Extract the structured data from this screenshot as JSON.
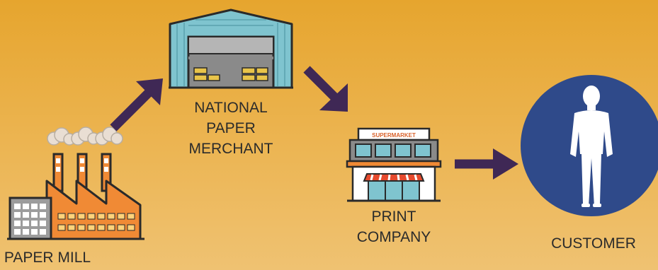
{
  "nodes": {
    "paper_mill": {
      "label": "PAPER MILL"
    },
    "national_paper_merchant": {
      "label_lines": [
        "NATIONAL",
        "PAPER",
        "MERCHANT"
      ]
    },
    "print_company": {
      "label_lines": [
        "PRINT",
        "COMPANY"
      ],
      "sign": "SUPERMARKET"
    },
    "customer": {
      "label": "CUSTOMER"
    }
  },
  "colors": {
    "background_top": "#e6a52e",
    "background_bottom": "#efc272",
    "arrow": "#3f2855",
    "customer_circle": "#2f4a8a",
    "label_text": "#2b2b2b"
  },
  "icons": {
    "paper_mill": "factory-icon",
    "national_paper_merchant": "warehouse-icon",
    "print_company": "shop-icon",
    "customer": "person-silhouette-icon"
  }
}
